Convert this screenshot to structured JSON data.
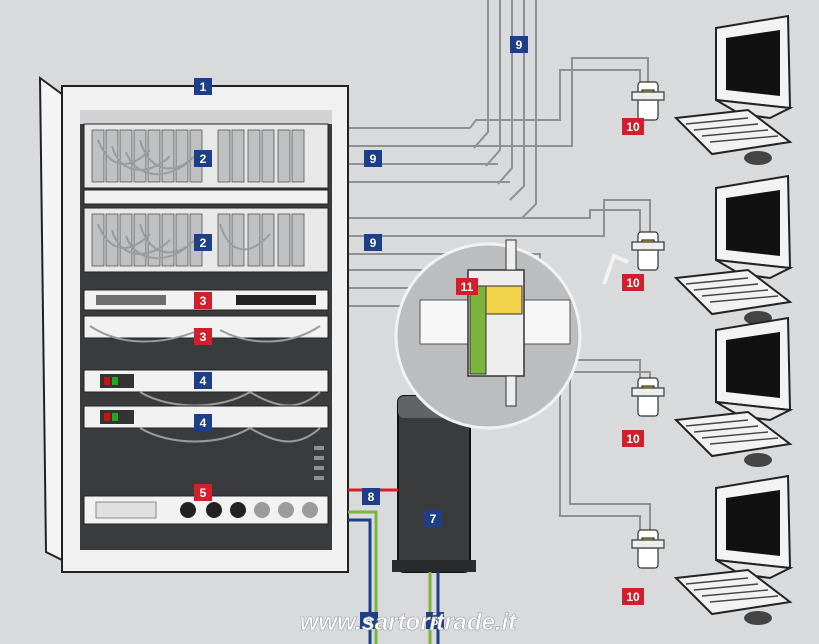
{
  "colors": {
    "background": "#d9dadb",
    "badge_blue": "#1d3f87",
    "badge_red": "#d21f2b",
    "cabinet": "#f1f1f1",
    "rack_dark": "#3a3b3d",
    "cable_gray": "#8e9092",
    "ground_green": "#7bb43c",
    "power_red": "#d21f2b"
  },
  "labels": {
    "l1": "1",
    "l2a": "2",
    "l2b": "2",
    "l3a": "3",
    "l3b": "3",
    "l4a": "4",
    "l4b": "4",
    "l5": "5",
    "l6a": "6",
    "l6b": "6",
    "l7": "7",
    "l8": "8",
    "l9a": "9",
    "l9b": "9",
    "l9c": "9",
    "l10a": "10",
    "l10b": "10",
    "l10c": "10",
    "l10d": "10",
    "l11": "11"
  },
  "watermark": "www.sartoritrade.it",
  "icons": {
    "rack": "server-rack-icon",
    "ups": "ups-tower-icon",
    "computer": "desktop-computer-icon",
    "protector": "surge-protector-icon"
  }
}
